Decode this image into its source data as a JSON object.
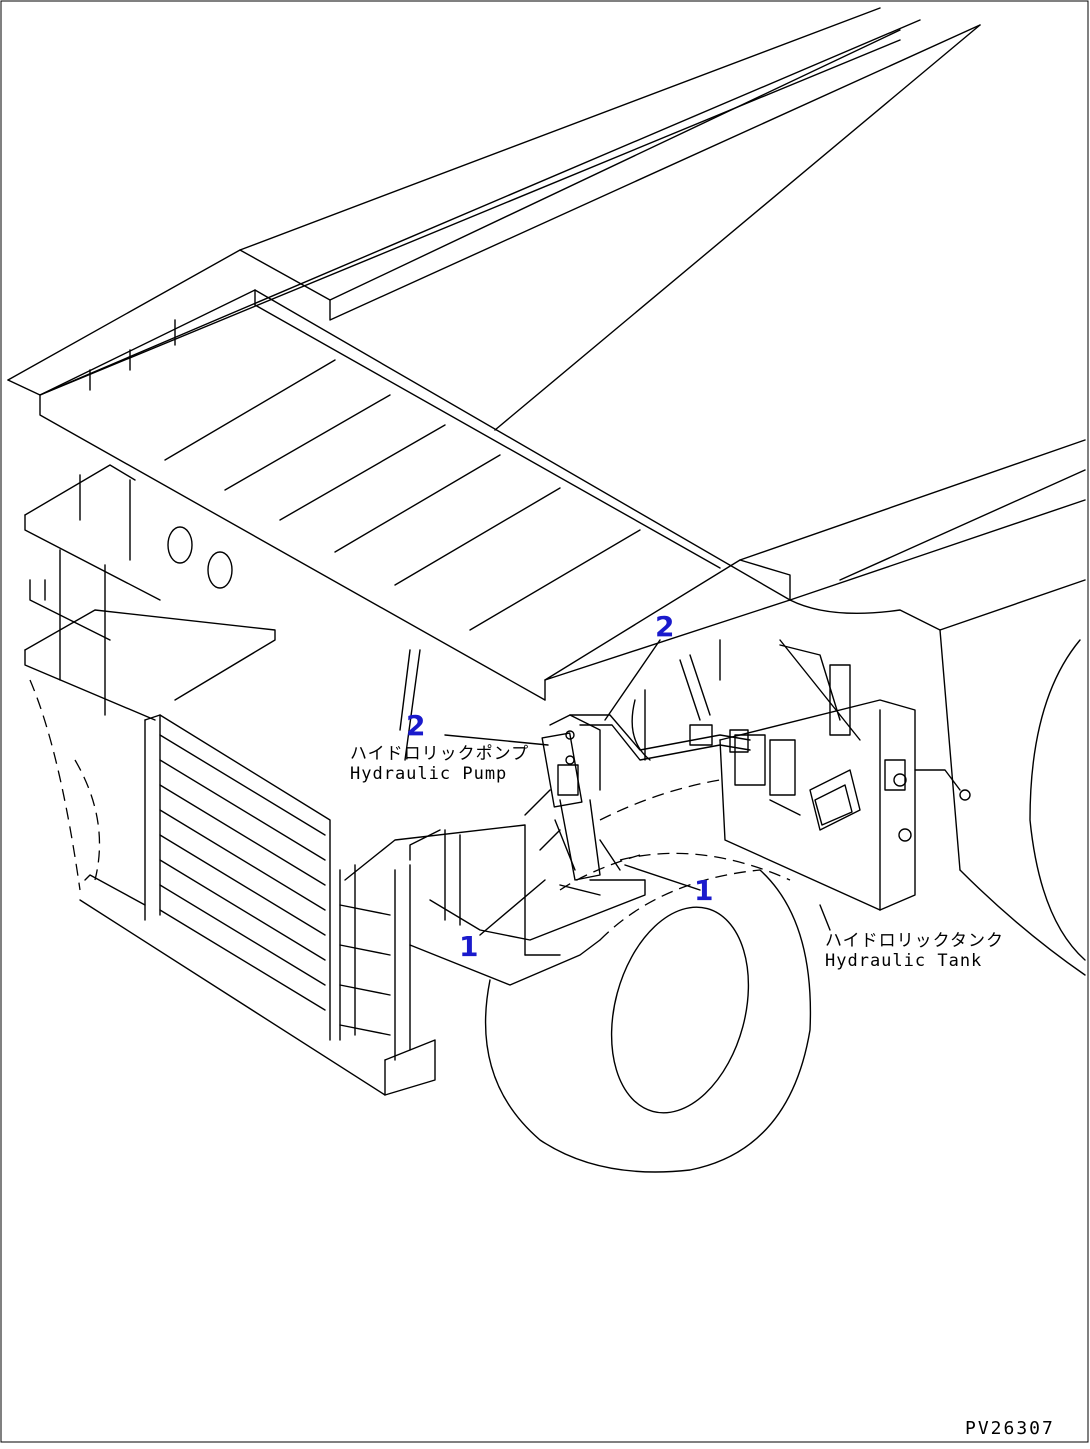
{
  "diagram": {
    "drawing_number": "PV26307",
    "callout_color": "#1a1acc",
    "callouts": [
      {
        "id": "2",
        "label": "2"
      },
      {
        "id": "2",
        "label": "2"
      },
      {
        "id": "1",
        "label": "1"
      },
      {
        "id": "1",
        "label": "1"
      }
    ],
    "labels": {
      "pump_jp": "ハイドロリックポンプ",
      "pump_en": "Hydraulic Pump",
      "tank_jp": "ハイドロリックタンク",
      "tank_en": "Hydraulic Tank"
    }
  }
}
